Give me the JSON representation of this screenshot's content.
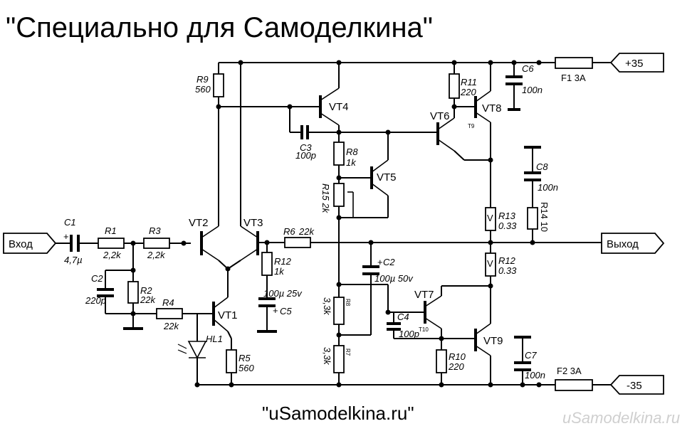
{
  "title": "\"Специально для Самоделкина\"",
  "footer": "\"uSamodelkina.ru\"",
  "watermark": "uSamodelkina.ru",
  "ports": {
    "input": "Вход",
    "output": "Выход",
    "vplus": "+35",
    "vminus": "-35"
  },
  "transistors": {
    "vt1": "VT1",
    "vt2": "VT2",
    "vt3": "VT3",
    "vt4": "VT4",
    "vt5": "VT5",
    "vt6": "VT6",
    "vt7": "VT7",
    "vt8": "VT8",
    "vt9": "VT9",
    "t9": "T9",
    "t10": "T10"
  },
  "resistors": {
    "r1": {
      "name": "R1",
      "value": "2,2k"
    },
    "r2": {
      "name": "R2",
      "value": "22k"
    },
    "r3": {
      "name": "R3",
      "value": "2,2k"
    },
    "r4": {
      "name": "R4",
      "value": "22k"
    },
    "r5": {
      "name": "R5",
      "value": "560"
    },
    "r6": {
      "name": "R6",
      "value": "22k"
    },
    "r7": {
      "name": "R7",
      "value": "3,3k"
    },
    "r8": {
      "name": "R8",
      "value": "1k"
    },
    "r8b": {
      "name": "R8",
      "value": "3,3k"
    },
    "r9": {
      "name": "R9",
      "value": "560"
    },
    "r10": {
      "name": "R10",
      "value": "220"
    },
    "r11": {
      "name": "R11",
      "value": "220"
    },
    "r12": {
      "name": "R12",
      "value": "1k"
    },
    "r12b": {
      "name": "R12",
      "value": "0.33"
    },
    "r13": {
      "name": "R13",
      "value": "0.33"
    },
    "r14": {
      "name": "R14 10"
    },
    "r15": {
      "name": "R15 2k"
    }
  },
  "capacitors": {
    "c1": {
      "name": "C1",
      "value": "4,7µ"
    },
    "c2": {
      "name": "C2",
      "value": "220p"
    },
    "c2b": {
      "name": "C2",
      "value": "100µ 50v"
    },
    "c3": {
      "name": "C3",
      "value": "100p"
    },
    "c4": {
      "name": "C4",
      "value": "100p"
    },
    "c5": {
      "name": "C5",
      "value": "100µ 25v"
    },
    "c6": {
      "name": "C6",
      "value": "100n"
    },
    "c7": {
      "name": "C7",
      "value": "100n"
    },
    "c8": {
      "name": "C8",
      "value": "100n"
    }
  },
  "fuses": {
    "f1": "F1  3A",
    "f2": "F2  3A"
  },
  "led": "HL1",
  "resistor_mark": "V"
}
